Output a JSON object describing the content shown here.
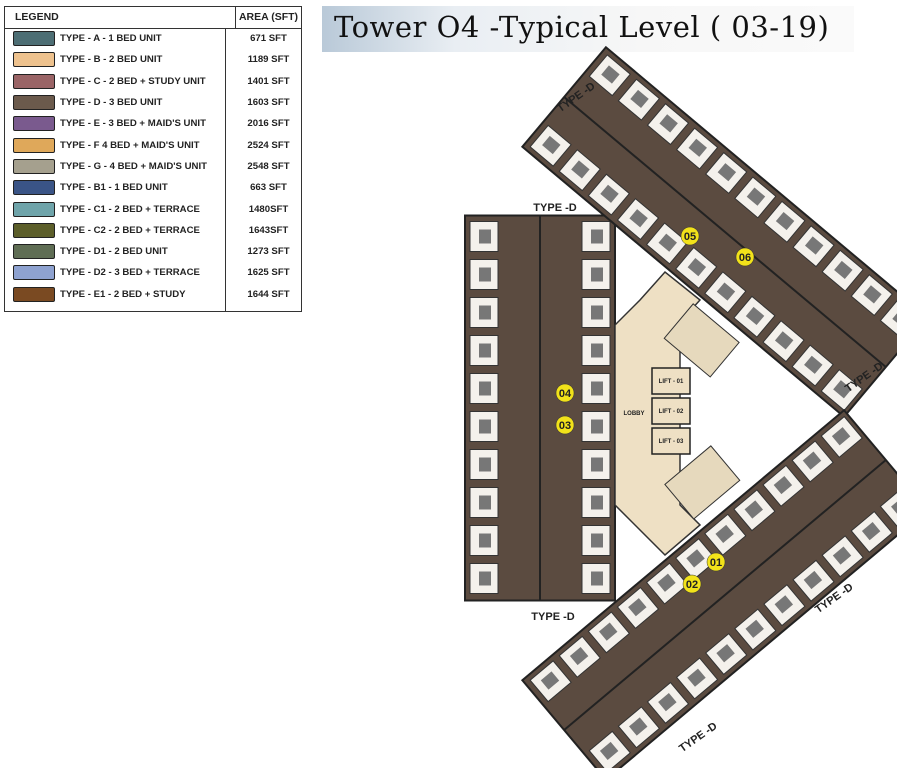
{
  "legend": {
    "header": {
      "label": "LEGEND",
      "area": "AREA (SFT)"
    },
    "items": [
      {
        "label": "TYPE - A - 1 BED UNIT",
        "area": "671 SFT",
        "color": "#4d6e74"
      },
      {
        "label": "TYPE - B - 2 BED UNIT",
        "area": "1189 SFT",
        "color": "#eec28e"
      },
      {
        "label": "TYPE - C - 2 BED + STUDY UNIT",
        "area": "1401 SFT",
        "color": "#9a6466"
      },
      {
        "label": "TYPE - D - 3 BED UNIT",
        "area": "1603 SFT",
        "color": "#6b5a4c"
      },
      {
        "label": "TYPE - E - 3 BED + MAID'S UNIT",
        "area": "2016 SFT",
        "color": "#7a5a8e"
      },
      {
        "label": "TYPE - F  4 BED + MAID'S UNIT",
        "area": "2524 SFT",
        "color": "#dfa85a"
      },
      {
        "label": "TYPE - G - 4 BED + MAID'S UNIT",
        "area": "2548 SFT",
        "color": "#a5a08e"
      },
      {
        "label": "TYPE - B1 - 1 BED UNIT",
        "area": "663 SFT",
        "color": "#3a5486"
      },
      {
        "label": "TYPE - C1 - 2 BED + TERRACE",
        "area": "1480SFT",
        "color": "#6fa4aa"
      },
      {
        "label": "TYPE - C2 - 2 BED + TERRACE",
        "area": "1643SFT",
        "color": "#5c5e2a"
      },
      {
        "label": "TYPE - D1 - 2 BED UNIT",
        "area": "1273 SFT",
        "color": "#5f6d54"
      },
      {
        "label": "TYPE - D2 - 3 BED + TERRACE",
        "area": "1625 SFT",
        "color": "#8ea2d0"
      },
      {
        "label": "TYPE - E1 - 2 BED + STUDY",
        "area": "1644 SFT",
        "color": "#7a4a22"
      }
    ]
  },
  "title": "Tower O4 -Typical Level ( 03-19)",
  "plan": {
    "unit_color": "#5b4b40",
    "lobby_color": "#eee0c4",
    "type_labels": [
      "TYPE -D",
      "TYPE -D",
      "TYPE -D",
      "TYPE -D",
      "TYPE -D",
      "TYPE -D"
    ],
    "units": [
      "01",
      "02",
      "03",
      "04",
      "05",
      "06"
    ],
    "unit_marker_color": "#f2e21a",
    "lobby": "LOBBY",
    "lifts": [
      "LIFT - 01",
      "LIFT - 02",
      "LIFT - 03"
    ]
  }
}
